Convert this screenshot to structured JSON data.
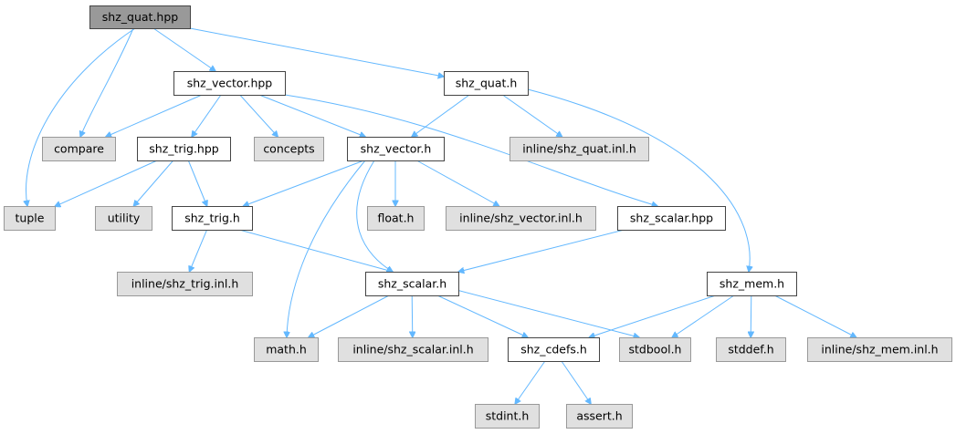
{
  "colors": {
    "edge": "#63b8ff",
    "root_fill": "#999999",
    "file_fill": "#ffffff",
    "file_stroke": "#444444",
    "external_fill": "#e0e0e0",
    "external_stroke": "#999999"
  },
  "nodes": [
    {
      "id": "n_shz_quat_hpp",
      "label": "shz_quat.hpp",
      "kind": "root"
    },
    {
      "id": "n_shz_vector_hpp",
      "label": "shz_vector.hpp",
      "kind": "file"
    },
    {
      "id": "n_shz_quat_h",
      "label": "shz_quat.h",
      "kind": "file"
    },
    {
      "id": "n_compare",
      "label": "compare",
      "kind": "external"
    },
    {
      "id": "n_shz_trig_hpp",
      "label": "shz_trig.hpp",
      "kind": "file"
    },
    {
      "id": "n_concepts",
      "label": "concepts",
      "kind": "external"
    },
    {
      "id": "n_shz_vector_h",
      "label": "shz_vector.h",
      "kind": "file"
    },
    {
      "id": "n_quat_inl",
      "label": "inline/shz_quat.inl.h",
      "kind": "external"
    },
    {
      "id": "n_tuple",
      "label": "tuple",
      "kind": "external"
    },
    {
      "id": "n_utility",
      "label": "utility",
      "kind": "external"
    },
    {
      "id": "n_shz_trig_h",
      "label": "shz_trig.h",
      "kind": "file"
    },
    {
      "id": "n_float_h",
      "label": "float.h",
      "kind": "external"
    },
    {
      "id": "n_vector_inl",
      "label": "inline/shz_vector.inl.h",
      "kind": "external"
    },
    {
      "id": "n_shz_scalar_hpp",
      "label": "shz_scalar.hpp",
      "kind": "file"
    },
    {
      "id": "n_trig_inl",
      "label": "inline/shz_trig.inl.h",
      "kind": "external"
    },
    {
      "id": "n_shz_scalar_h",
      "label": "shz_scalar.h",
      "kind": "file"
    },
    {
      "id": "n_shz_mem_h",
      "label": "shz_mem.h",
      "kind": "file"
    },
    {
      "id": "n_math_h",
      "label": "math.h",
      "kind": "external"
    },
    {
      "id": "n_scalar_inl",
      "label": "inline/shz_scalar.inl.h",
      "kind": "external"
    },
    {
      "id": "n_shz_cdefs_h",
      "label": "shz_cdefs.h",
      "kind": "file"
    },
    {
      "id": "n_stdbool_h",
      "label": "stdbool.h",
      "kind": "external"
    },
    {
      "id": "n_stddef_h",
      "label": "stddef.h",
      "kind": "external"
    },
    {
      "id": "n_mem_inl",
      "label": "inline/shz_mem.inl.h",
      "kind": "external"
    },
    {
      "id": "n_stdint_h",
      "label": "stdint.h",
      "kind": "external"
    },
    {
      "id": "n_assert_h",
      "label": "assert.h",
      "kind": "external"
    }
  ],
  "edges": [
    {
      "from": "n_shz_quat_hpp",
      "to": "n_shz_vector_hpp"
    },
    {
      "from": "n_shz_quat_hpp",
      "to": "n_shz_quat_h"
    },
    {
      "from": "n_shz_quat_hpp",
      "to": "n_compare"
    },
    {
      "from": "n_shz_quat_hpp",
      "to": "n_tuple"
    },
    {
      "from": "n_shz_vector_hpp",
      "to": "n_compare"
    },
    {
      "from": "n_shz_vector_hpp",
      "to": "n_shz_trig_hpp"
    },
    {
      "from": "n_shz_vector_hpp",
      "to": "n_concepts"
    },
    {
      "from": "n_shz_vector_hpp",
      "to": "n_shz_vector_h"
    },
    {
      "from": "n_shz_vector_hpp",
      "to": "n_shz_scalar_hpp"
    },
    {
      "from": "n_shz_quat_h",
      "to": "n_shz_vector_h"
    },
    {
      "from": "n_shz_quat_h",
      "to": "n_quat_inl"
    },
    {
      "from": "n_shz_quat_h",
      "to": "n_shz_mem_h"
    },
    {
      "from": "n_shz_trig_hpp",
      "to": "n_tuple"
    },
    {
      "from": "n_shz_trig_hpp",
      "to": "n_utility"
    },
    {
      "from": "n_shz_trig_hpp",
      "to": "n_shz_trig_h"
    },
    {
      "from": "n_shz_vector_h",
      "to": "n_shz_trig_h"
    },
    {
      "from": "n_shz_vector_h",
      "to": "n_float_h"
    },
    {
      "from": "n_shz_vector_h",
      "to": "n_vector_inl"
    },
    {
      "from": "n_shz_vector_h",
      "to": "n_shz_scalar_h"
    },
    {
      "from": "n_shz_vector_h",
      "to": "n_math_h"
    },
    {
      "from": "n_shz_trig_h",
      "to": "n_trig_inl"
    },
    {
      "from": "n_shz_trig_h",
      "to": "n_shz_scalar_h"
    },
    {
      "from": "n_shz_scalar_hpp",
      "to": "n_shz_scalar_h"
    },
    {
      "from": "n_shz_scalar_h",
      "to": "n_math_h"
    },
    {
      "from": "n_shz_scalar_h",
      "to": "n_scalar_inl"
    },
    {
      "from": "n_shz_scalar_h",
      "to": "n_shz_cdefs_h"
    },
    {
      "from": "n_shz_scalar_h",
      "to": "n_stdbool_h"
    },
    {
      "from": "n_shz_mem_h",
      "to": "n_shz_cdefs_h"
    },
    {
      "from": "n_shz_mem_h",
      "to": "n_stdbool_h"
    },
    {
      "from": "n_shz_mem_h",
      "to": "n_stddef_h"
    },
    {
      "from": "n_shz_mem_h",
      "to": "n_mem_inl"
    },
    {
      "from": "n_shz_cdefs_h",
      "to": "n_stdint_h"
    },
    {
      "from": "n_shz_cdefs_h",
      "to": "n_assert_h"
    }
  ]
}
